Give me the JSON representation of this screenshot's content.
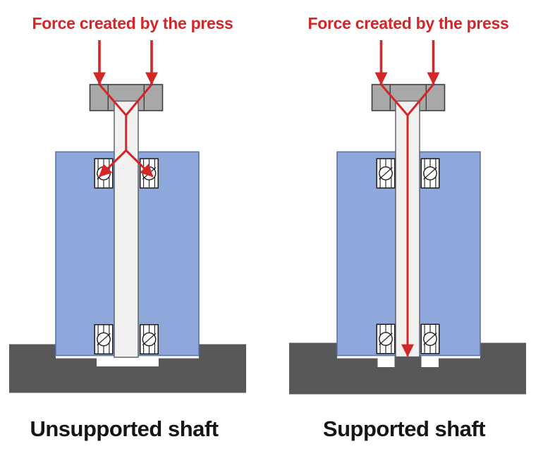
{
  "diagram": {
    "left": {
      "title": "Force created by the press",
      "caption": "Unsupported shaft"
    },
    "right": {
      "title": "Force created by the press",
      "caption": "Supported shaft"
    }
  },
  "colors": {
    "force_red": "#d32629",
    "housing_blue": "#8fa8db",
    "housing_blue_edge": "#5d74a8",
    "press_cap_gray": "#a8a8a8",
    "shaft_light": "#f1f1ef",
    "press_base_gray": "#585858",
    "bearing_white": "#ffffff",
    "outline_dark": "#3f3f3f",
    "caption_black": "#151515",
    "background": "#ffffff"
  }
}
